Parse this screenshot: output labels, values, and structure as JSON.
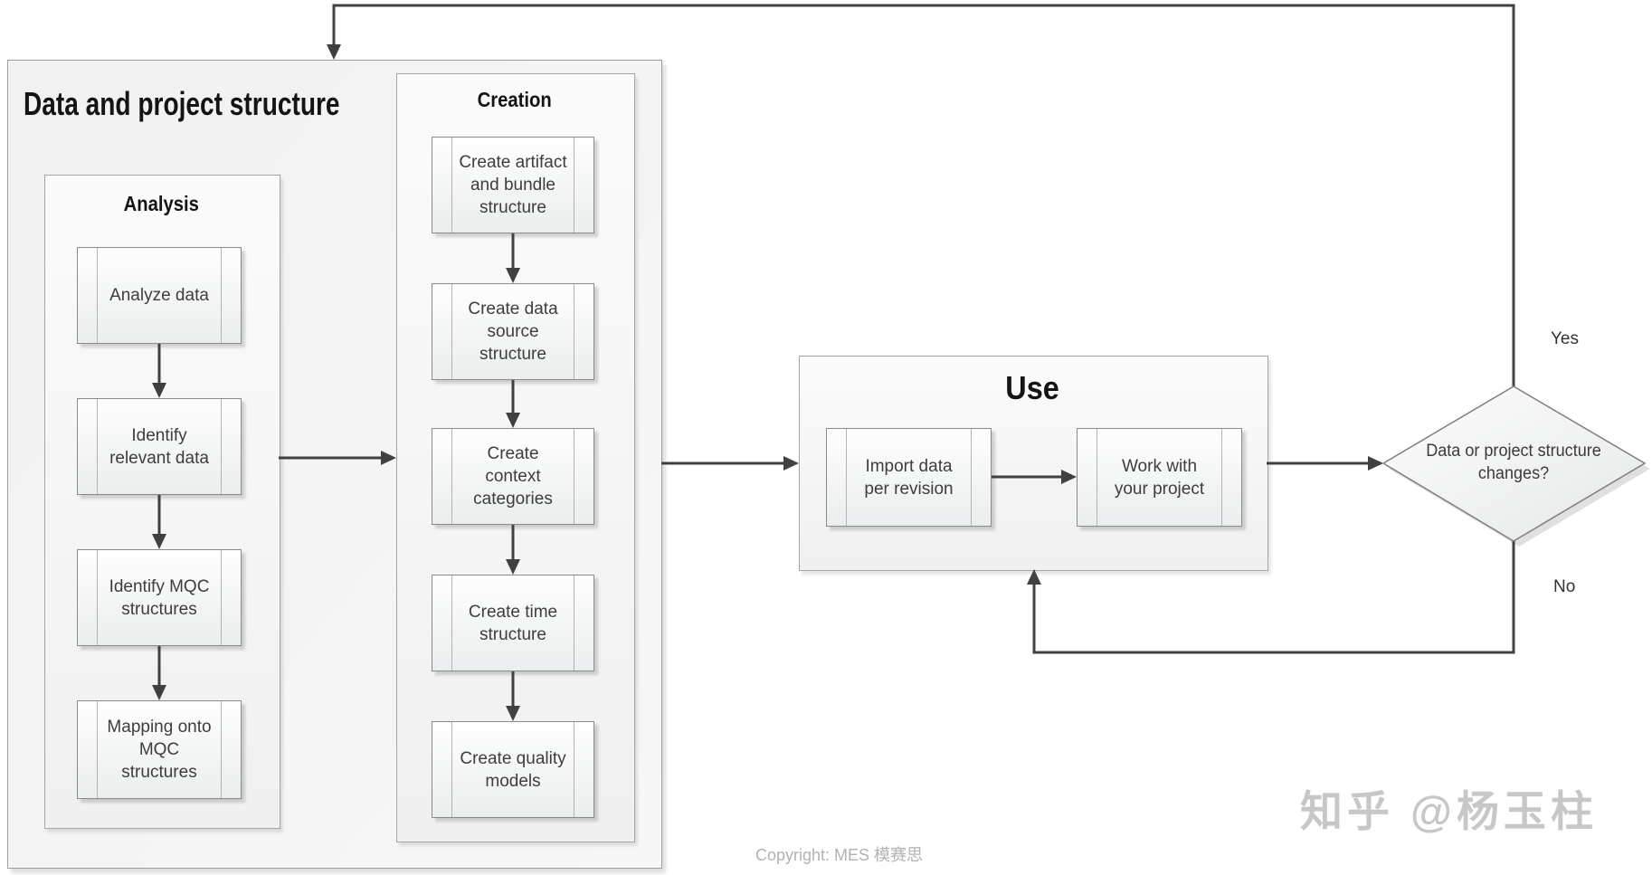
{
  "colors": {
    "connector": "#404040",
    "box_border": "#8a8a8a",
    "container_border": "#9e9e9e",
    "copyright_text": "#b2b2b2",
    "watermark_text": "#c7c7c7"
  },
  "main_group": {
    "title": "Data and project structure"
  },
  "analysis": {
    "title": "Analysis",
    "steps": [
      {
        "label": "Analyze data"
      },
      {
        "label": "Identify relevant data"
      },
      {
        "label": "Identify MQC structures"
      },
      {
        "label": "Mapping onto MQC structures"
      }
    ]
  },
  "creation": {
    "title": "Creation",
    "steps": [
      {
        "label": "Create artifact and bundle structure"
      },
      {
        "label": "Create data source structure"
      },
      {
        "label": "Create context categories"
      },
      {
        "label": "Create time structure"
      },
      {
        "label": "Create quality models"
      }
    ]
  },
  "use": {
    "title": "Use",
    "steps": [
      {
        "label": "Import data per revision"
      },
      {
        "label": "Work with your project"
      }
    ]
  },
  "decision": {
    "question": "Data or project structure changes?",
    "yes_label": "Yes",
    "no_label": "No"
  },
  "footer": {
    "copyright": "Copyright: MES 模赛思"
  },
  "watermark": {
    "text": "知乎 @杨玉柱"
  }
}
